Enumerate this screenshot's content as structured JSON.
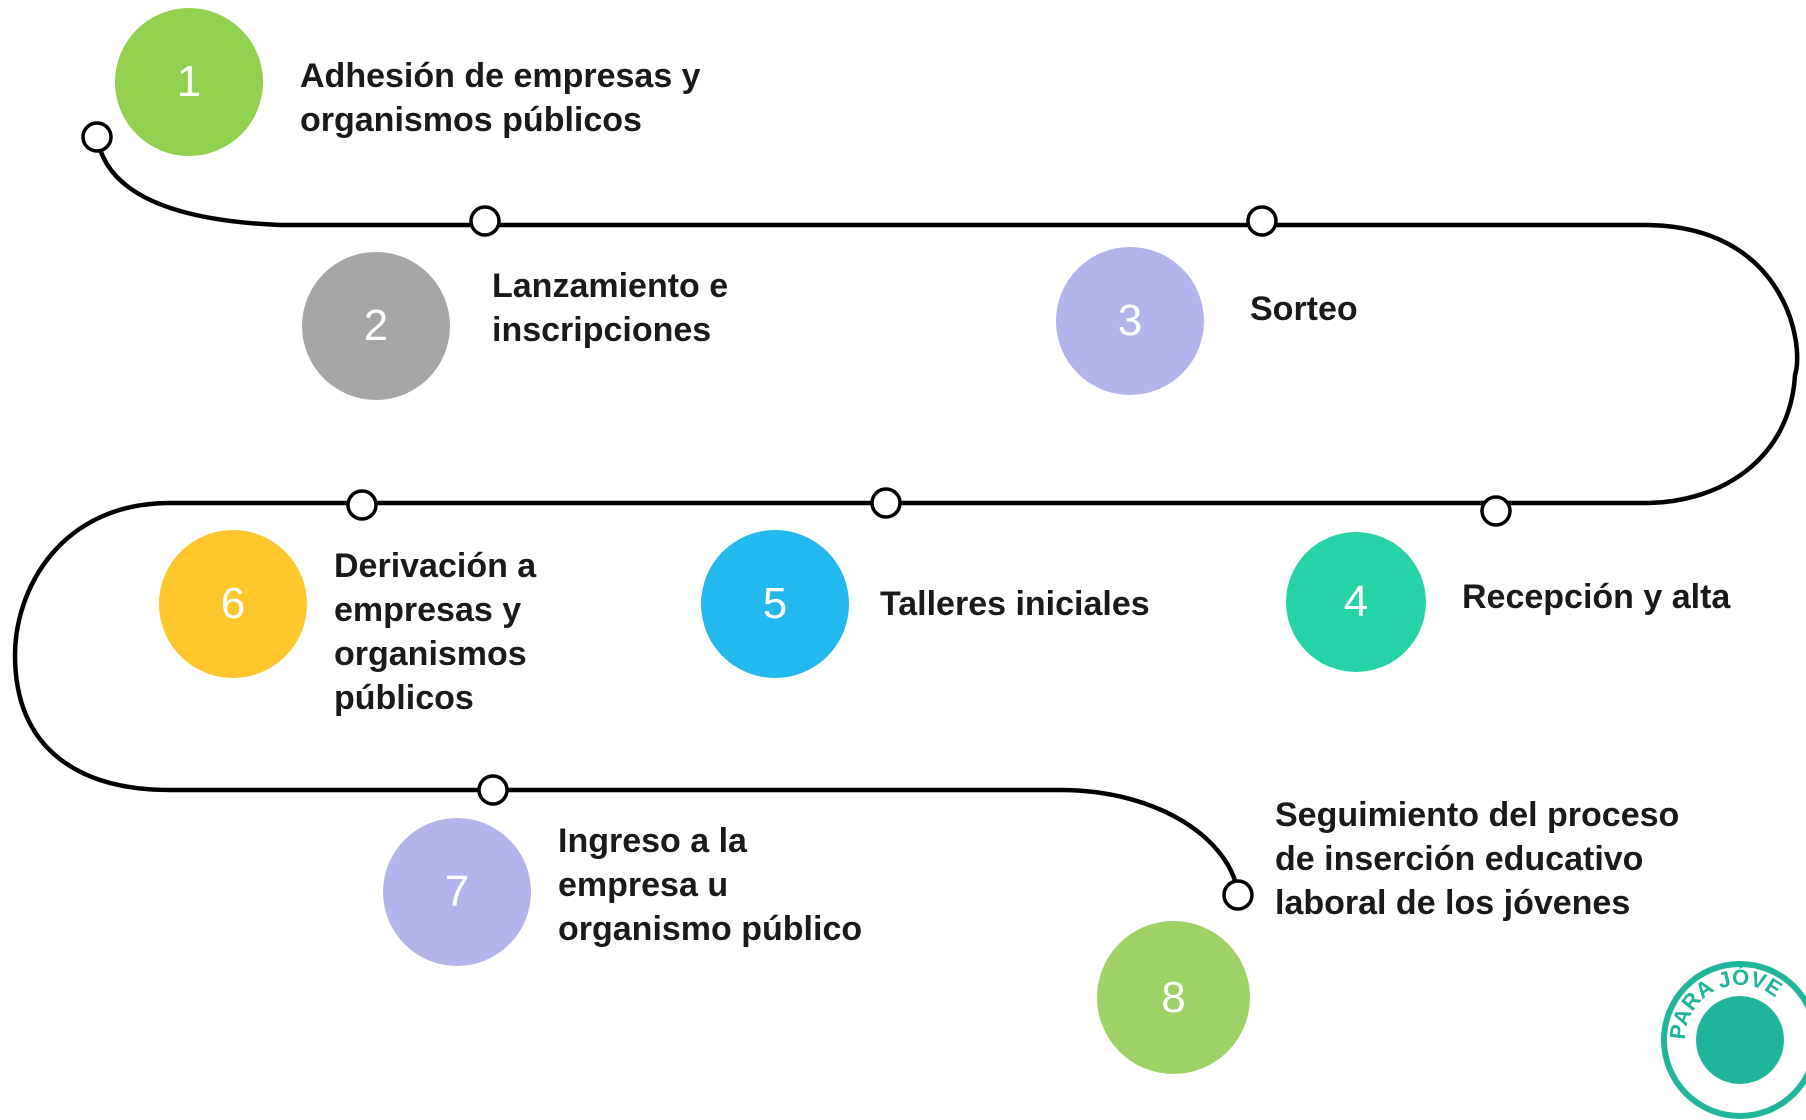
{
  "steps": [
    {
      "number": "1",
      "label": "Adhesión de empresas y\norganismos públicos",
      "color": "#92d050"
    },
    {
      "number": "2",
      "label": "Lanzamiento e\ninscripciones",
      "color": "#a6a6a6"
    },
    {
      "number": "3",
      "label": "Sorteo",
      "color": "#b4b4ec"
    },
    {
      "number": "4",
      "label": "Recepción y alta",
      "color": "#26d3a6"
    },
    {
      "number": "5",
      "label": "Talleres iniciales",
      "color": "#23b9ef"
    },
    {
      "number": "6",
      "label": "Derivación a\nempresas y\norganismos\npúblicos",
      "color": "#ffc72c"
    },
    {
      "number": "7",
      "label": "Ingreso a la\nempresa u\norganismo público",
      "color": "#b4b4ec"
    },
    {
      "number": "8",
      "label": "Seguimiento del proceso\nde inserción educativo\nlaboral de los jóvenes",
      "color": "#9ed267"
    }
  ],
  "logo": {
    "text": "PARA JÓVE",
    "color": "#1fb59a"
  }
}
